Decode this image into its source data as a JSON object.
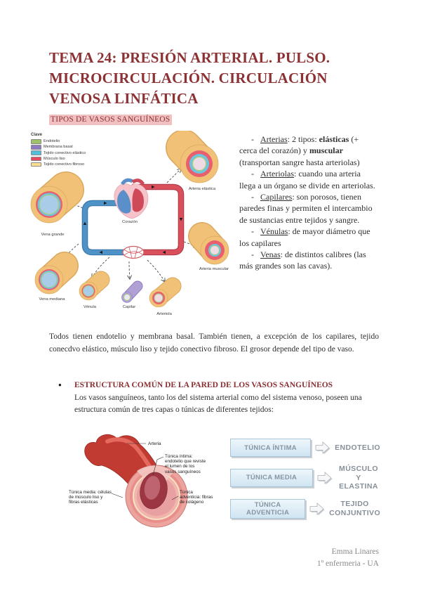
{
  "colors": {
    "accent_red": "#8c3134",
    "heading_highlight": "#f1c1c1",
    "legend_green": "#9dc368",
    "legend_purple": "#8d7ac0",
    "legend_blue": "#52c0dd",
    "legend_red": "#e64a5e",
    "legend_yellow": "#fcdf91",
    "vein_blue": "#4e93c8",
    "artery_red": "#d94f5c",
    "tunica_box_fill": "#d8ecf7"
  },
  "title": "TEMA 24: PRESIÓN ARTERIAL. PULSO. MICROCIRCULACIÓN. CIRCULACIÓN VENOSA LINFÁTICA",
  "section_heading": "TIPOS DE VASOS SANGUÍNEOS",
  "legend": {
    "title": "Clave",
    "items": [
      {
        "label": "Endotelio",
        "color": "#9dc368"
      },
      {
        "label": "Membrana basal",
        "color": "#8d7ac0"
      },
      {
        "label": "Tejido conectivo elástico",
        "color": "#52c0dd"
      },
      {
        "label": "Músculo liso",
        "color": "#e64a5e"
      },
      {
        "label": "Tejido conectivo fibroso",
        "color": "#fcdf91"
      }
    ]
  },
  "diagram1": {
    "labels": {
      "arteria_elastica": "Arteria elástica",
      "vena_grande": "Vena grande",
      "corazon": "Corazón",
      "arteria_muscular": "Arteria muscular",
      "vena_mediana": "Vena mediana",
      "venula": "Vénula",
      "capilar": "Capilar",
      "arteriola": "Arteriola"
    }
  },
  "list_marker": "-",
  "bullet": "●",
  "vessel_types": [
    {
      "term": "Arterias",
      "t1": ": 2 tipos: ",
      "b1": "elásticas",
      "t2": " (+ cerca del corazón) y ",
      "b2": "muscular",
      "t3": " (transportan sangre hasta arteriolas)"
    },
    {
      "term": "Arteriolas",
      "t1": ": cuando una arteria llega a un órgano se divide en arteriolas."
    },
    {
      "term": "Capilares",
      "t1": ": son porosos, tienen paredes finas y permiten el intercambio de sustancias entre tejidos y sangre."
    },
    {
      "term": "Vénulas",
      "t1": ": de mayor diámetro que los capilares"
    },
    {
      "term": "Venas",
      "t1": ": de distintos calibres (las más grandes son las cavas)."
    }
  ],
  "paragraph": "Todos tienen endotelio y membrana basal. También tienen, a excepción de los capilares, tejido conecdvo elástico, músculo liso y tejido conectivo fibroso. El grosor depende del tipo de vaso.",
  "structure_section": {
    "heading": "ESTRUCTURA COMÚN DE LA PARED DE LOS VASOS SANGUÍNEOS",
    "body": "Los vasos sanguíneos, tanto los del sistema arterial como del sistema venoso, poseen una estructura común de tres capas o túnicas de diferentes tejidos:"
  },
  "figure2": {
    "labels": {
      "arteria": "Arteria",
      "intima": "Túnica íntima: endotelio que reviste el lumen de los vasos sanguíneos",
      "media": "Túnica media: células de músculo liso y fibras elásticas",
      "adventicia": "Túnica adventicia: fibras de colágeno"
    }
  },
  "tunica_rows": [
    {
      "box": "TÚNICA ÍNTIMA",
      "result": "ENDOTELIO"
    },
    {
      "box": "TÚNICA MEDIA",
      "result": "MÚSCULO Y ELASTINA"
    },
    {
      "box": "TÚNICA ADVENTICIA",
      "result": "TEJIDO CONJUNTIVO"
    }
  ],
  "footer": {
    "author": "Emma Linares",
    "course": "1º enfermeria - UA"
  }
}
